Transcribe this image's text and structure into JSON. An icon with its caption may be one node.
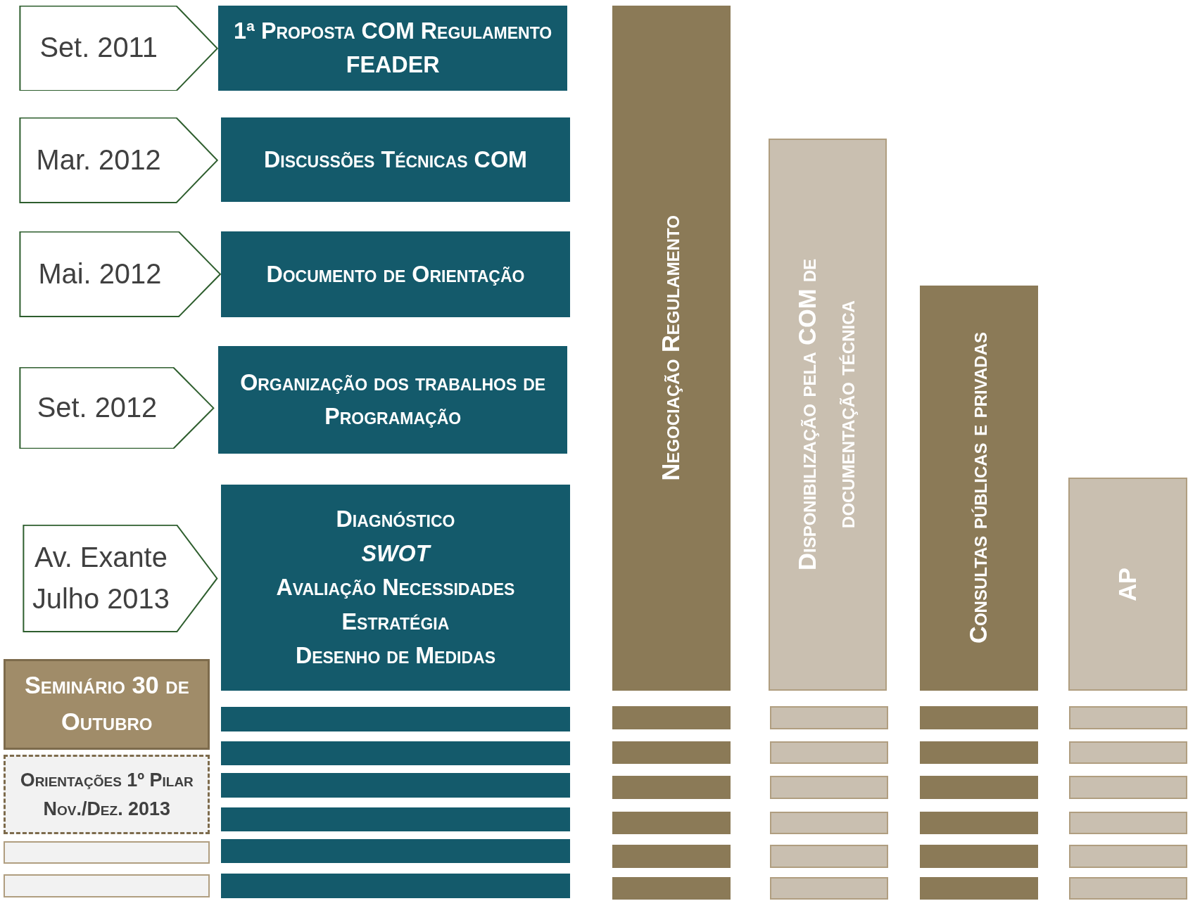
{
  "diagram": {
    "nodes": [
      {
        "text": [
          "Set. 2011"
        ]
      },
      {
        "text": [
          "1ª Proposta COM Regulamento FEADER"
        ]
      },
      {
        "text": [
          "Mar. 2012"
        ]
      },
      {
        "text": [
          "Discussões Técnicas COM"
        ]
      },
      {
        "text": [
          "Mai. 2012"
        ]
      },
      {
        "text": [
          "Documento de Orientação"
        ]
      },
      {
        "text": [
          "Set. 2012"
        ]
      },
      {
        "text": [
          "Organização dos trabalhos de Programação"
        ]
      },
      {
        "text": [
          "Av. Exante",
          "Julho 2013"
        ]
      },
      {
        "text": [
          "Diagnóstico",
          "SWOT",
          "Avaliação Necessidades",
          "Estratégia",
          "Desenho de Medidas"
        ]
      },
      {
        "text": [
          "Negociação Regulamento"
        ]
      },
      {
        "text": [
          "Disponibilização pela COM de documentação técnica"
        ]
      },
      {
        "text": [
          "Consultas públicas e privadas"
        ]
      },
      {
        "text": [
          "AP"
        ]
      },
      {
        "text": [
          "Seminário 30 de Outubro"
        ]
      },
      {
        "text": [
          "Orientações 1º Pilar",
          "Nov./Dez. 2013"
        ]
      },
      {
        "text": [],
        "shape": "box"
      },
      {
        "text": [],
        "shape": "box"
      },
      {
        "text": [],
        "shape": "bar"
      },
      {
        "text": [],
        "shape": "bar"
      },
      {
        "text": [],
        "shape": "bar"
      },
      {
        "text": [],
        "shape": "bar"
      },
      {
        "text": [],
        "shape": "bar"
      },
      {
        "text": [],
        "shape": "bar"
      },
      {
        "text": [],
        "shape": "bar"
      },
      {
        "text": [],
        "shape": "bar"
      },
      {
        "text": [],
        "shape": "bar"
      },
      {
        "text": [],
        "shape": "bar"
      },
      {
        "text": [],
        "shape": "bar"
      },
      {
        "text": [],
        "shape": "bar"
      },
      {
        "text": [],
        "shape": "bar"
      },
      {
        "text": [],
        "shape": "bar"
      },
      {
        "text": [],
        "shape": "bar"
      },
      {
        "text": [],
        "shape": "bar"
      },
      {
        "text": [],
        "shape": "bar"
      },
      {
        "text": [],
        "shape": "bar"
      },
      {
        "text": [],
        "shape": "bar"
      },
      {
        "text": [],
        "shape": "bar"
      },
      {
        "text": [],
        "shape": "bar"
      },
      {
        "text": [],
        "shape": "bar"
      },
      {
        "text": [],
        "shape": "bar"
      },
      {
        "text": [],
        "shape": "bar"
      },
      {
        "text": [],
        "shape": "bar"
      },
      {
        "text": [],
        "shape": "bar"
      },
      {
        "text": [],
        "shape": "bar"
      },
      {
        "text": [],
        "shape": "bar"
      },
      {
        "text": [],
        "shape": "bar"
      },
      {
        "text": [],
        "shape": "bar"
      }
    ]
  }
}
